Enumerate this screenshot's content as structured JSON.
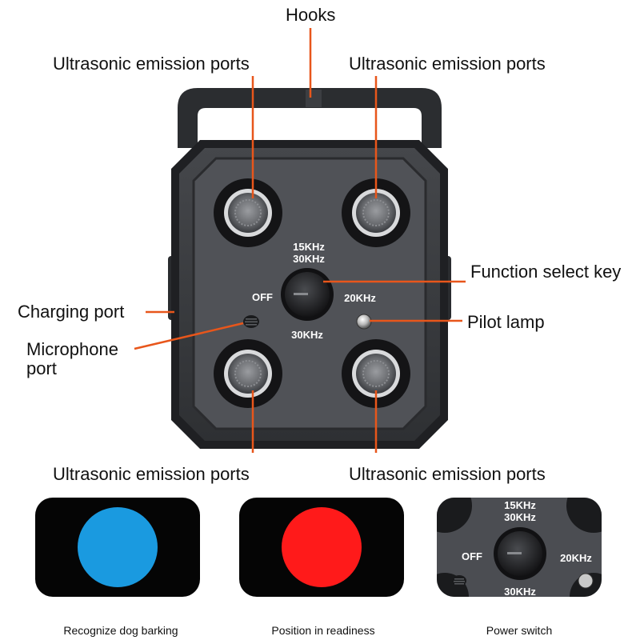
{
  "labels": {
    "hooks": "Hooks",
    "ultrasonic_top_left": "Ultrasonic emission ports",
    "ultrasonic_top_right": "Ultrasonic emission ports",
    "ultrasonic_bottom_left": "Ultrasonic emission ports",
    "ultrasonic_bottom_right": "Ultrasonic emission ports",
    "function_select_key": "Function select key",
    "pilot_lamp": "Pilot lamp",
    "charging_port": "Charging port",
    "microphone_port": "Microphone port"
  },
  "device": {
    "dial_top_line1": "15KHz",
    "dial_top_line2": "30KHz",
    "dial_left": "OFF",
    "dial_right": "20KHz",
    "dial_bottom": "30KHz"
  },
  "panels": [
    {
      "caption": "Recognize dog barking",
      "light_color": "#1a9ae0"
    },
    {
      "caption": "Position in readiness",
      "light_color": "#ff1a1a"
    },
    {
      "caption": "Power switch"
    }
  ],
  "colors": {
    "leader_line": "#e8561b",
    "device_body": "#3a3c40"
  }
}
